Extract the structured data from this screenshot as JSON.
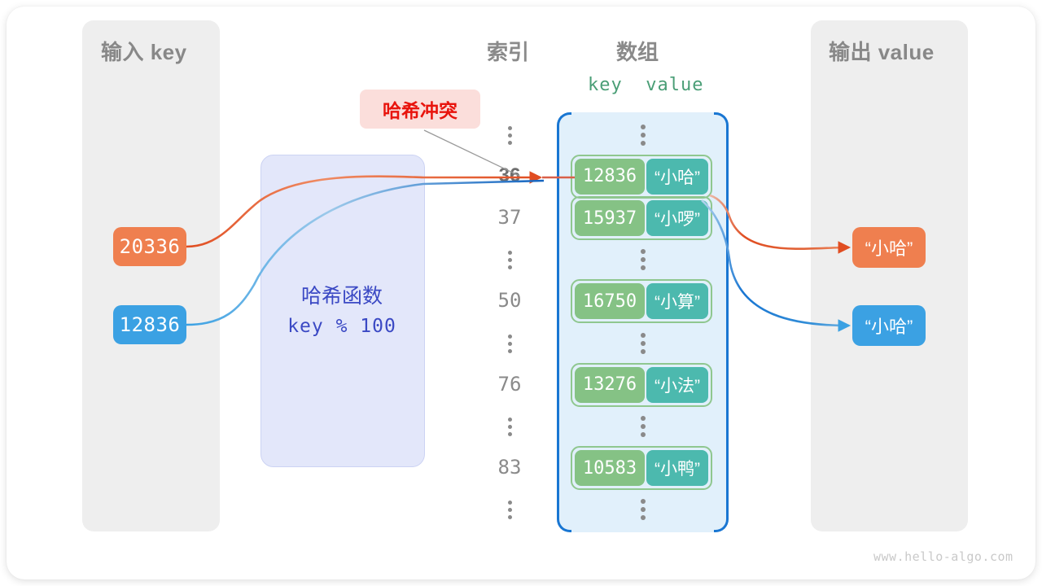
{
  "diagram": {
    "title_input_panel": "输入 key",
    "title_output_panel": "输出 value",
    "header_index": "索引",
    "header_array": "数组",
    "header_kv": "key  value",
    "collision_label": "哈希冲突",
    "watermark": "www.hello-algo.com"
  },
  "hash_function": {
    "name": "哈希函数",
    "formula": "key % 100"
  },
  "inputs": [
    {
      "key": "20336",
      "color": "#ef7f4f"
    },
    {
      "key": "12836",
      "color": "#3ba1e3"
    }
  ],
  "outputs": [
    {
      "value": "“小哈”",
      "color": "#ef7f4f"
    },
    {
      "value": "“小哈”",
      "color": "#3ba1e3"
    }
  ],
  "index_column": [
    {
      "type": "dots",
      "label": "⋮"
    },
    {
      "type": "index",
      "label": "36",
      "highlighted": true
    },
    {
      "type": "index",
      "label": "37",
      "highlighted": false
    },
    {
      "type": "dots",
      "label": "⋮"
    },
    {
      "type": "index",
      "label": "50",
      "highlighted": false
    },
    {
      "type": "dots",
      "label": "⋮"
    },
    {
      "type": "index",
      "label": "76",
      "highlighted": false
    },
    {
      "type": "dots",
      "label": "⋮"
    },
    {
      "type": "index",
      "label": "83",
      "highlighted": false
    },
    {
      "type": "dots",
      "label": "⋮"
    }
  ],
  "array_entries": [
    {
      "type": "dots"
    },
    {
      "type": "entry",
      "key": "12836",
      "value": "“小哈”"
    },
    {
      "type": "entry",
      "key": "15937",
      "value": "“小啰”"
    },
    {
      "type": "dots"
    },
    {
      "type": "entry",
      "key": "16750",
      "value": "“小算”"
    },
    {
      "type": "dots"
    },
    {
      "type": "entry",
      "key": "13276",
      "value": "“小法”"
    },
    {
      "type": "dots"
    },
    {
      "type": "entry",
      "key": "10583",
      "value": "“小鸭”"
    },
    {
      "type": "dots"
    }
  ],
  "colors": {
    "orange": "#ef7f4f",
    "orange_line": "#e04d21",
    "blue": "#3ba1e3",
    "blue_line": "#1976d2",
    "key_green": "#85c285",
    "value_teal": "#4cb9ae",
    "entry_border": "#8fc78f",
    "array_bg": "#e1f0fb",
    "panel_bg": "#eeeeee",
    "hash_bg": "#e3e7fa",
    "hash_text": "#3b49c4",
    "collision_bg": "#fbdedb",
    "collision_text": "#e8140d",
    "kv_header": "#4a9e76"
  }
}
